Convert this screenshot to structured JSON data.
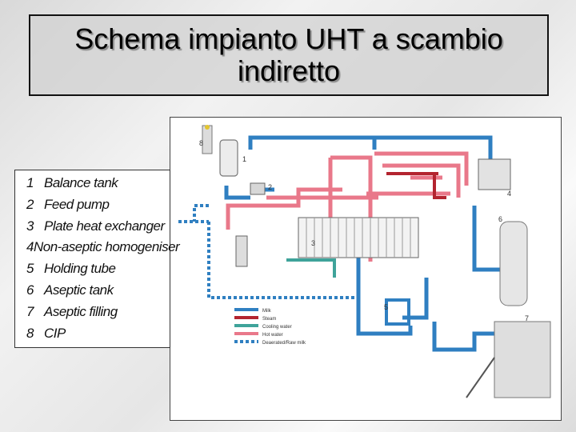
{
  "slide": {
    "title_line1": "Schema impianto UHT a scambio",
    "title_line2": "indiretto"
  },
  "legend": {
    "items": [
      {
        "num": "1",
        "label": "Balance tank"
      },
      {
        "num": "2",
        "label": "Feed pump"
      },
      {
        "num": "3",
        "label": "Plate heat exchanger"
      },
      {
        "num": "4",
        "label": "Non-aseptic homogeniser"
      },
      {
        "num": "5",
        "label": "Holding tube"
      },
      {
        "num": "6",
        "label": "Aseptic tank"
      },
      {
        "num": "7",
        "label": "Aseptic filling"
      },
      {
        "num": "8",
        "label": "CIP"
      }
    ]
  },
  "diagram": {
    "component_numbers": [
      "1",
      "2",
      "3",
      "4",
      "5",
      "6",
      "7",
      "8"
    ],
    "flow_legend": [
      {
        "label": "Milk",
        "color": "#2f7fc1",
        "style": "solid"
      },
      {
        "label": "Steam",
        "color": "#b3242f",
        "style": "solid"
      },
      {
        "label": "Cooling water",
        "color": "#3fa39a",
        "style": "solid"
      },
      {
        "label": "Hot water",
        "color": "#e9788a",
        "style": "solid"
      },
      {
        "label": "Deaerated/Raw milk",
        "color": "#2f7fc1",
        "style": "dashed"
      }
    ]
  }
}
